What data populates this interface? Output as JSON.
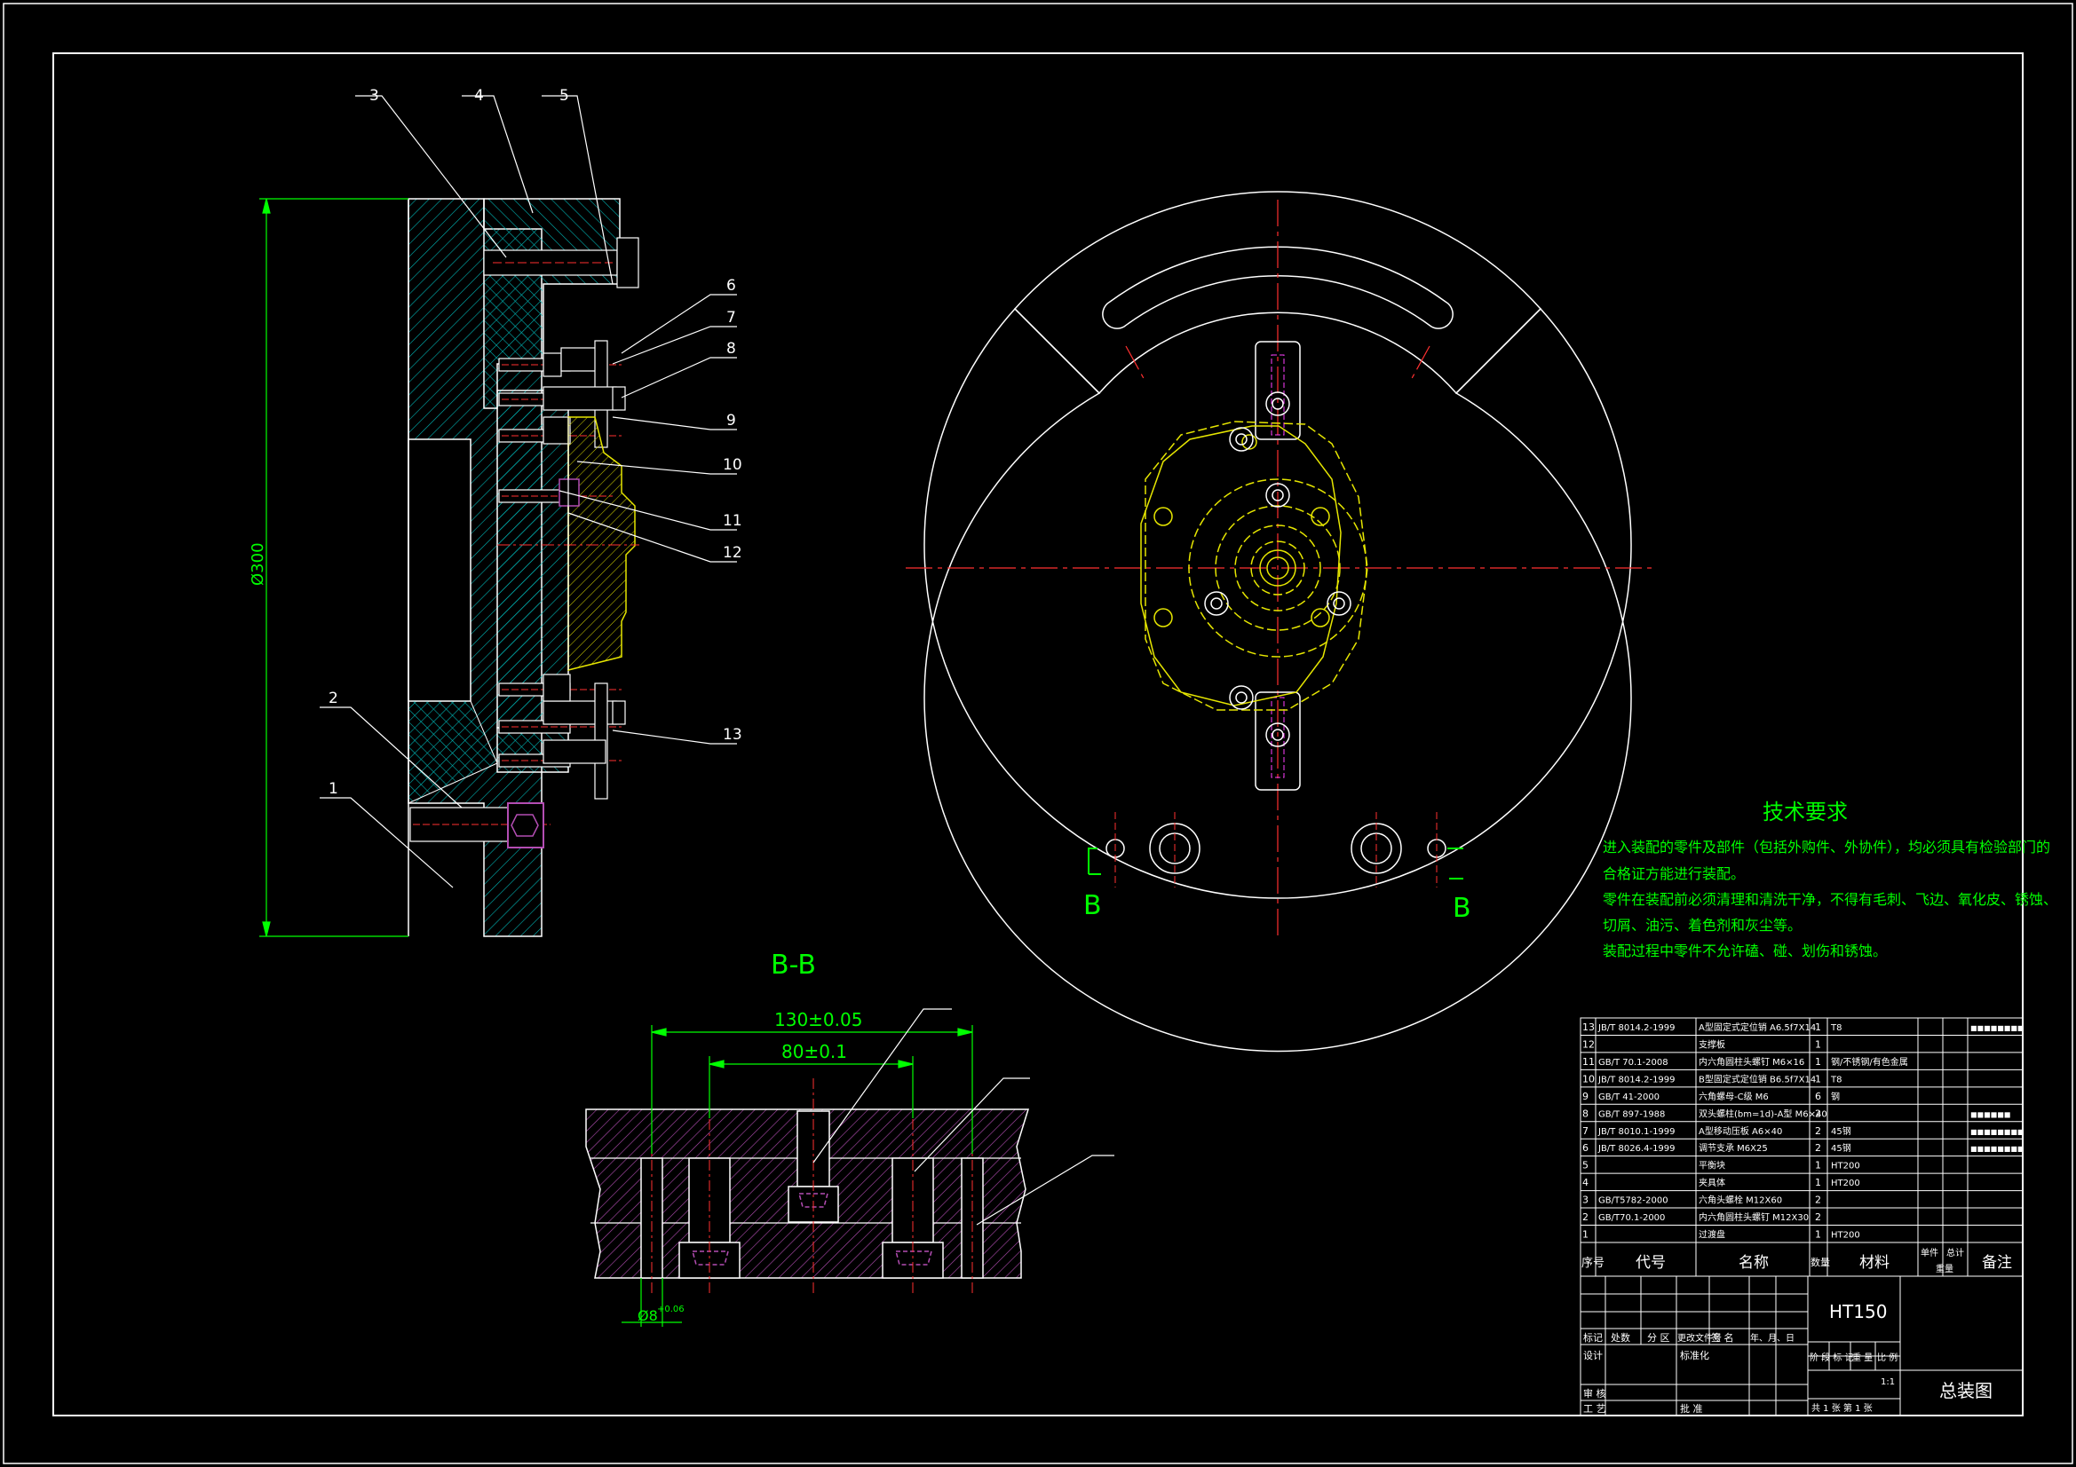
{
  "colors": {
    "background": "#000000",
    "line": "#ffffff",
    "section": "#00b3b3",
    "bracket": "#b34db3",
    "dimension": "#00ff00",
    "centerline": "#ff3030",
    "fixture": "#e6e600",
    "hidden": "#ff40ff"
  },
  "balloons": [
    "1",
    "2",
    "3",
    "4",
    "5",
    "6",
    "7",
    "8",
    "9",
    "10",
    "11",
    "12",
    "13"
  ],
  "dimensions": {
    "overall_height": "Ø300",
    "width_outer": "130±0.05",
    "width_inner": "80±0.1",
    "pin_dia": "Ø8",
    "pin_tol": "+0.06"
  },
  "section": {
    "title": "B-B",
    "marker": "B"
  },
  "tech": {
    "title": "技术要求",
    "lines": [
      "进入装配的零件及部件（包括外购件、外协件），均必须具有检验部门的",
      "合格证方能进行装配。",
      "零件在装配前必须清理和清洗干净，不得有毛刺、飞边、氧化皮、锈蚀、",
      "切屑、油污、着色剂和灰尘等。",
      "装配过程中零件不允许磕、碰、划伤和锈蚀。"
    ]
  },
  "bom": {
    "rows": [
      {
        "no": "13",
        "code": "JB/T 8014.2-1999",
        "name": "A型固定式定位销 A6.5f7X14",
        "qty": "1",
        "mat": "T8",
        "note": "■■■■■■■■"
      },
      {
        "no": "12",
        "code": "",
        "name": "支撑板",
        "qty": "1",
        "mat": "",
        "note": ""
      },
      {
        "no": "11",
        "code": "GB/T 70.1-2008",
        "name": "内六角圆柱头螺钉 M6×16",
        "qty": "1",
        "mat": "钢/不锈钢/有色金属",
        "note": ""
      },
      {
        "no": "10",
        "code": "JB/T 8014.2-1999",
        "name": "B型固定式定位销 B6.5f7X14",
        "qty": "1",
        "mat": "T8",
        "note": ""
      },
      {
        "no": "9",
        "code": "GB/T 41-2000",
        "name": "六角螺母-C级 M6",
        "qty": "6",
        "mat": "钢",
        "note": ""
      },
      {
        "no": "8",
        "code": "GB/T 897-1988",
        "name": "双头螺柱(bm=1d)-A型 M6×40",
        "qty": "2",
        "mat": "",
        "note": "■■■■■■"
      },
      {
        "no": "7",
        "code": "JB/T 8010.1-1999",
        "name": "A型移动压板 A6×40",
        "qty": "2",
        "mat": "45钢",
        "note": "■■■■■■■■"
      },
      {
        "no": "6",
        "code": "JB/T 8026.4-1999",
        "name": "调节支承 M6X25",
        "qty": "2",
        "mat": "45钢",
        "note": "■■■■■■■■"
      },
      {
        "no": "5",
        "code": "",
        "name": "平衡块",
        "qty": "1",
        "mat": "HT200",
        "note": ""
      },
      {
        "no": "4",
        "code": "",
        "name": "夹具体",
        "qty": "1",
        "mat": "HT200",
        "note": ""
      },
      {
        "no": "3",
        "code": "GB/T5782-2000",
        "name": "六角头螺栓 M12X60",
        "qty": "2",
        "mat": "",
        "note": ""
      },
      {
        "no": "2",
        "code": "GB/T70.1-2000",
        "name": "内六角圆柱头螺钉 M12X30",
        "qty": "2",
        "mat": "",
        "note": ""
      },
      {
        "no": "1",
        "code": "",
        "name": "过渡盘",
        "qty": "1",
        "mat": "HT200",
        "note": ""
      }
    ],
    "header": {
      "no": "序号",
      "code": "代号",
      "name": "名称",
      "qty": "数量",
      "mat": "材料",
      "unit_weight": "单件",
      "total_weight": "总计",
      "weight": "重量",
      "note": "备注"
    }
  },
  "title_block": {
    "material": "HT150",
    "drawing_name": "总装图",
    "labels": {
      "mark": "标记",
      "count": "处数",
      "zone": "分 区",
      "change_doc": "更改文件号",
      "sign": "签 名",
      "date": "年、月、日",
      "design": "设计",
      "standardize": "标准化",
      "review": "审 核",
      "process": "工 艺",
      "approve": "批 准",
      "stage_mark": "阶 段 标 记",
      "weight": "重 量",
      "scale": "比 例",
      "sheets": "共 1  张   第  1  张"
    },
    "scale_value": "1:1"
  }
}
